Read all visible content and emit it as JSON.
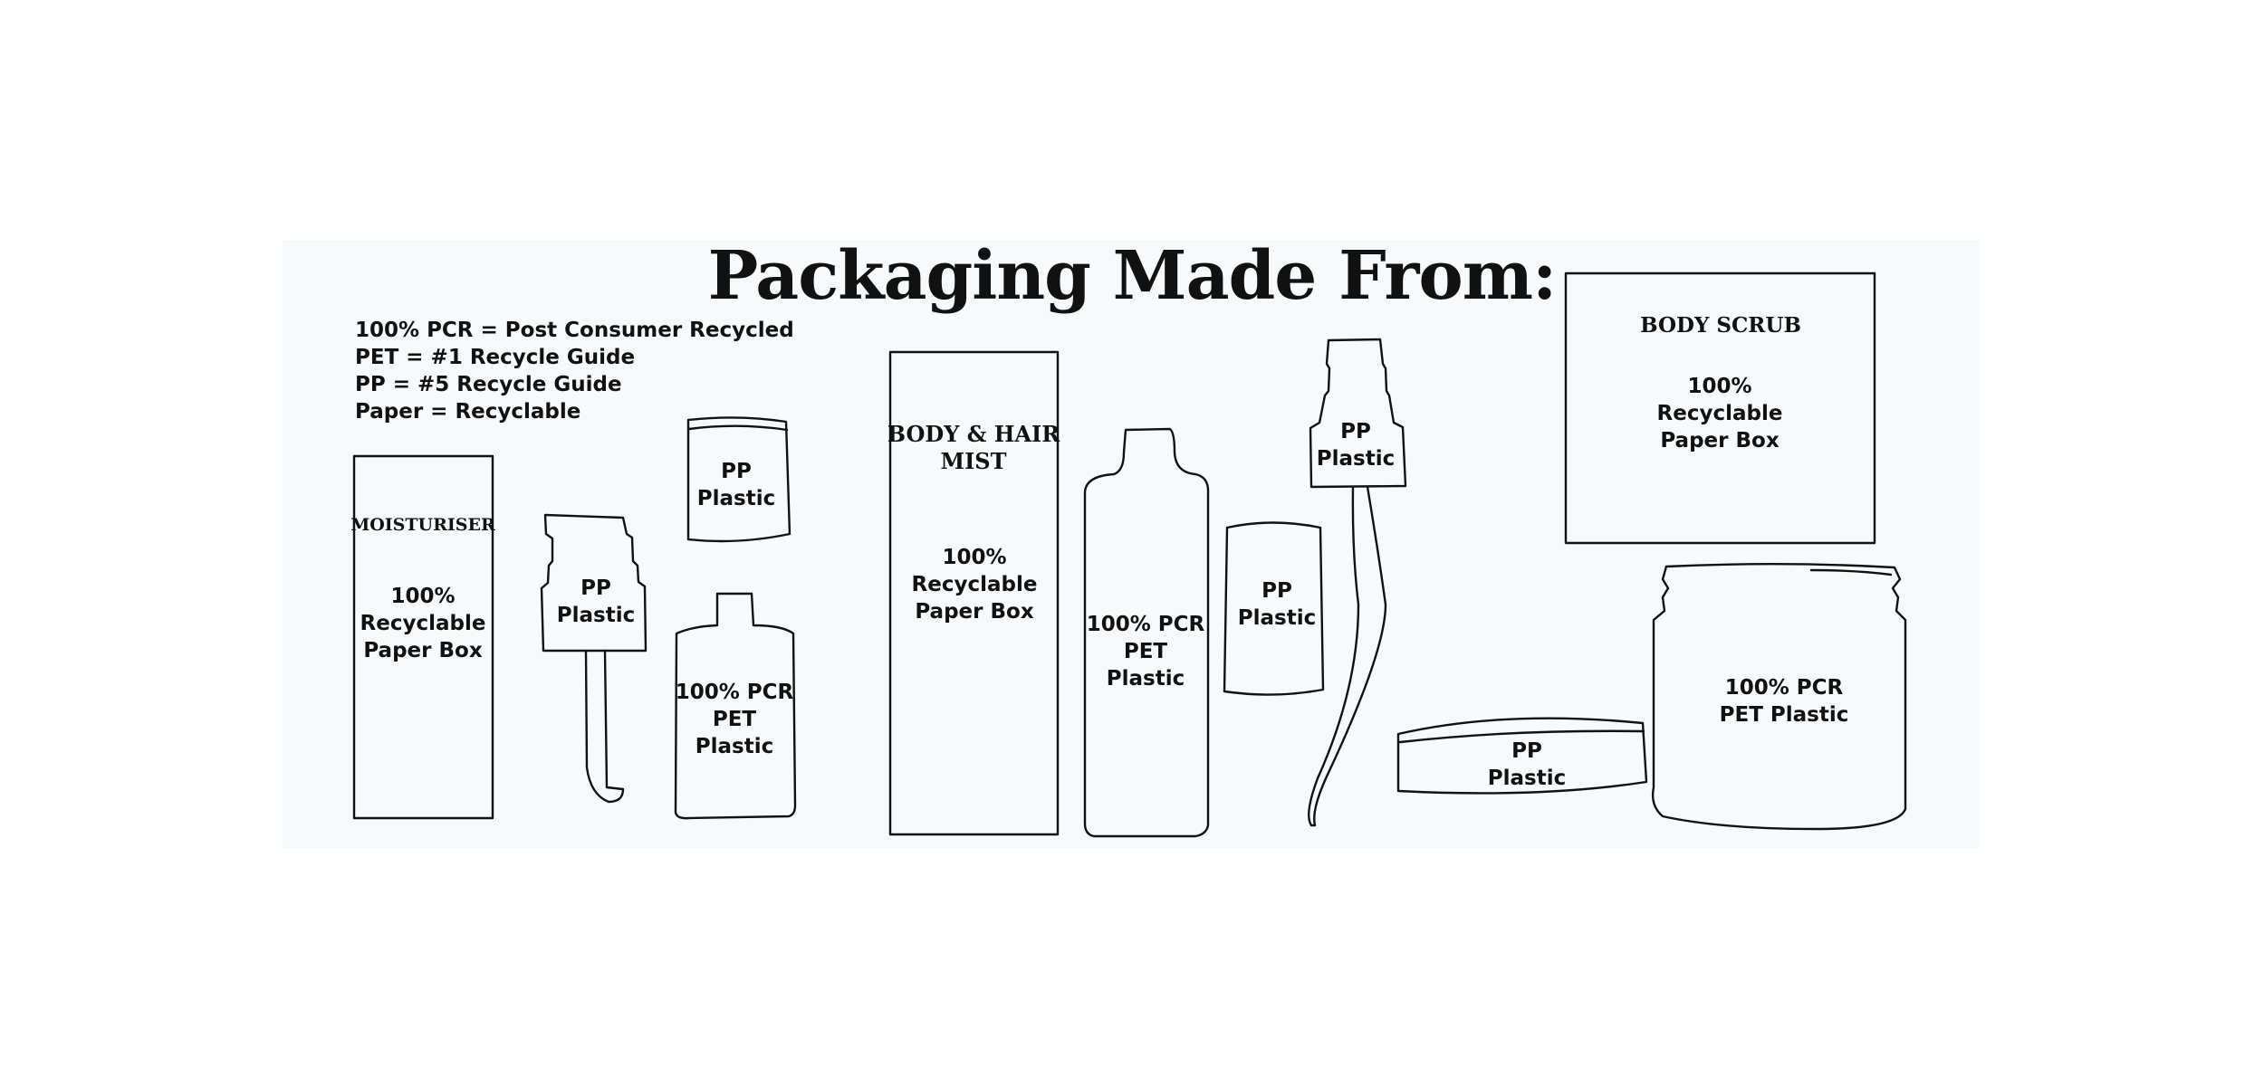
{
  "title": "Packaging Made From:",
  "legend": [
    "100% PCR = Post Consumer Recycled",
    "PET = #1 Recycle Guide",
    "PP = #5 Recycle Guide",
    "Paper = Recyclable"
  ],
  "items": {
    "moisturiser_box": {
      "heading": "MOISTURISER",
      "line1": "100%",
      "line2": "Recyclable",
      "line3": "Paper Box"
    },
    "moisturiser_pump": {
      "line1": "PP",
      "line2": "Plastic"
    },
    "moisturiser_cap": {
      "line1": "PP",
      "line2": "Plastic"
    },
    "moisturiser_bottle": {
      "line1": "100% PCR",
      "line2": "PET",
      "line3": "Plastic"
    },
    "mist_box": {
      "heading1": "BODY & HAIR",
      "heading2": "MIST",
      "line1": "100%",
      "line2": "Recyclable",
      "line3": "Paper Box"
    },
    "mist_bottle": {
      "line1": "100% PCR",
      "line2": "PET",
      "line3": "Plastic"
    },
    "mist_cap": {
      "line1": "PP",
      "line2": "Plastic"
    },
    "mist_sprayer": {
      "line1": "PP",
      "line2": "Plastic"
    },
    "scrub_box": {
      "heading": "BODY SCRUB",
      "line1": "100%",
      "line2": "Recyclable",
      "line3": "Paper Box"
    },
    "scrub_lid": {
      "line1": "PP",
      "line2": "Plastic"
    },
    "scrub_jar": {
      "line1": "100% PCR",
      "line2": "PET Plastic"
    }
  }
}
